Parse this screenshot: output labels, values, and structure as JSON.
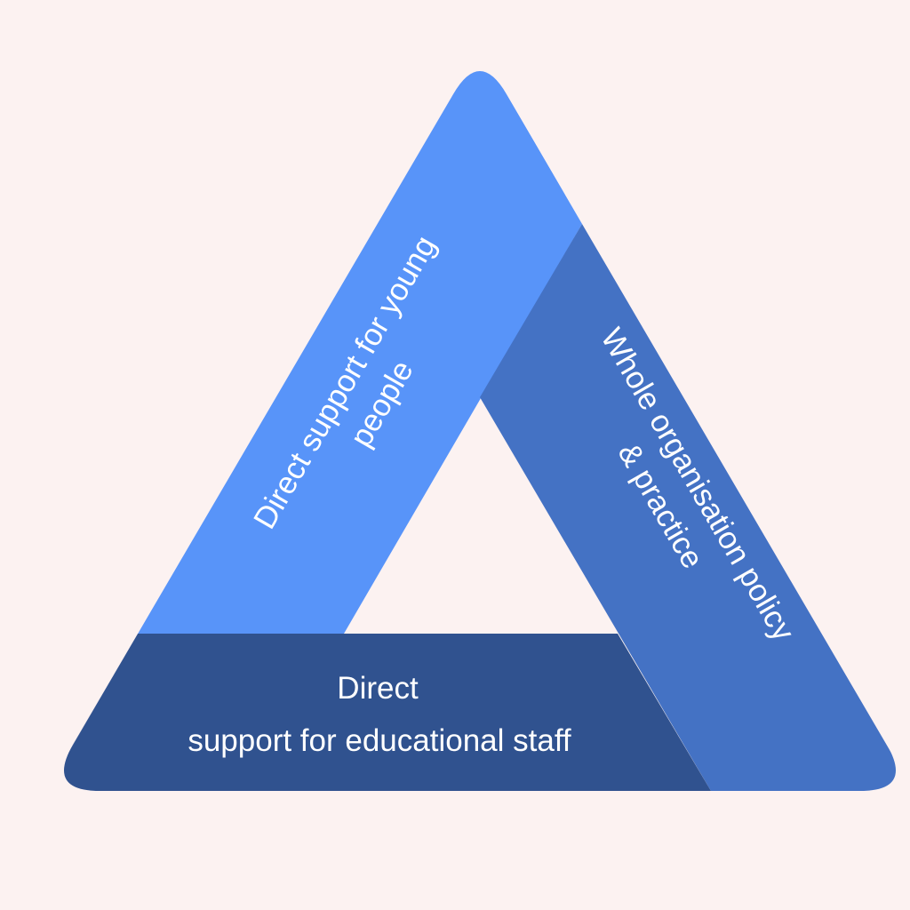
{
  "colors": {
    "background": "#fcf2f1",
    "young_people": "#5894f9",
    "organisation": "#4472c4",
    "staff": "#30528f",
    "text": "#ffffff"
  },
  "segments": {
    "young_people": {
      "lines": [
        "Direct support for young",
        "people"
      ]
    },
    "organisation": {
      "lines": [
        "Whole organisation policy",
        "& practice"
      ]
    },
    "staff": {
      "lines": [
        "Direct",
        "support for educational staff"
      ]
    }
  }
}
